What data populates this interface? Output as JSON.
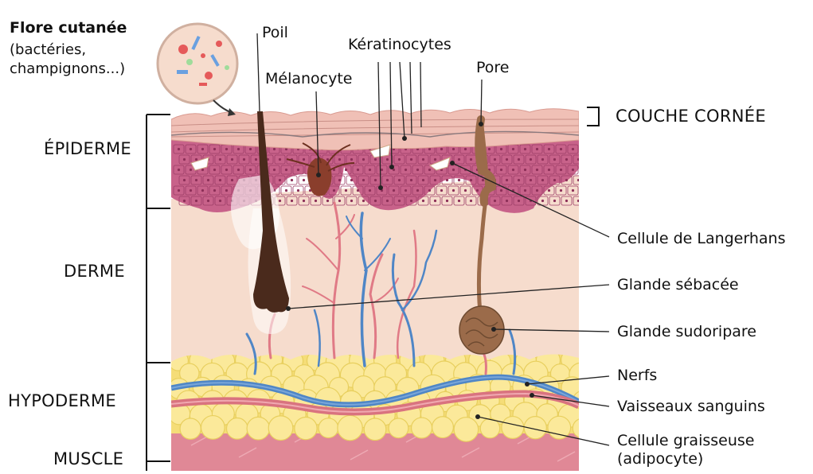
{
  "labels": {
    "flore_title": "Flore cutanée",
    "flore_sub_1": "(bactéries,",
    "flore_sub_2": "champignons...)",
    "poil": "Poil",
    "melanocyte": "Mélanocyte",
    "keratinocytes": "Kératinocytes",
    "pore": "Pore",
    "couche_cornee": "COUCHE CORNÉE",
    "epiderme": "ÉPIDERME",
    "derme": "DERME",
    "hypoderme": "HYPODERME",
    "muscle": "MUSCLE",
    "langerhans": "Cellule de Langerhans",
    "glande_sebacee": "Glande sébacée",
    "glande_sudoripare": "Glande sudoripare",
    "nerfs": "Nerfs",
    "vaisseaux": "Vaisseaux sanguins",
    "cellule_graisseuse_1": "Cellule graisseuse",
    "cellule_graisseuse_2": "(adipocyte)"
  },
  "colors": {
    "stratum_corneum": "#f3c9bf",
    "epidermis": "#c9648c",
    "dermis": "#f6dccd",
    "hypodermis_fat": "#f7e58a",
    "muscle": "#df8190",
    "hair": "#4a2a1c",
    "nerve": "#4f86c6",
    "artery": "#e07a86",
    "gland": "#9b6b4a"
  }
}
